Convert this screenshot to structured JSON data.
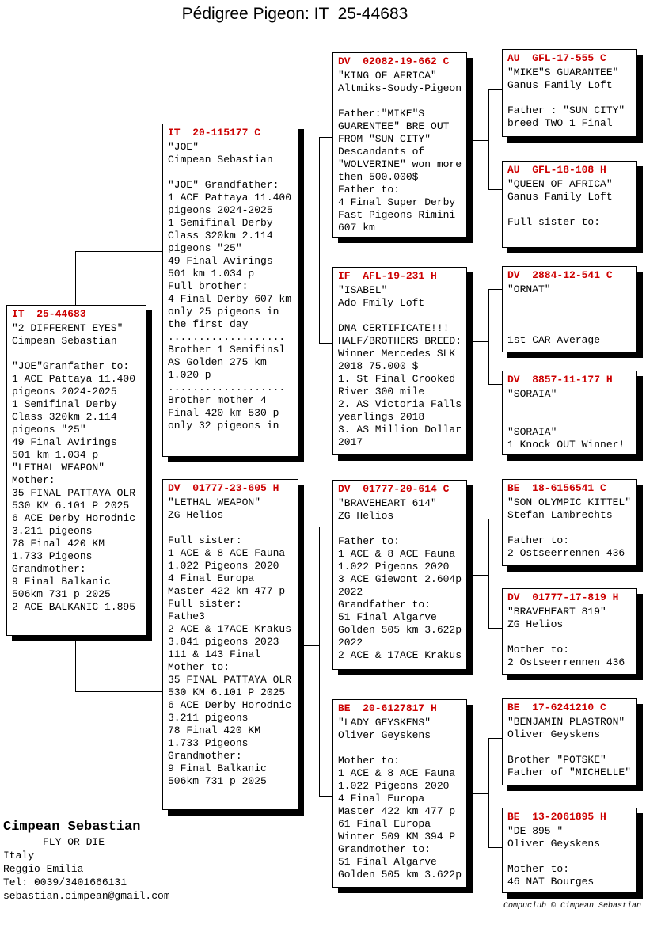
{
  "title": "Pédigree Pigeon: IT  25-44683",
  "colors": {
    "ring_red": "#cc0000",
    "text": "#000000",
    "background": "#ffffff",
    "shadow": "#000000"
  },
  "boxes": [
    {
      "ring": "IT  25-44683",
      "lines": [
        "\"2 DIFFERENT EYES\"",
        "Cimpean Sebastian",
        "",
        "\"JOE\"Granfather to:",
        "1 ACE Pattaya 11.400",
        "pigeons 2024-2025",
        "1 Semifinal Derby",
        "Class 320km 2.114",
        "pigeons \"25\"",
        "49 Final Avirings",
        "501 km 1.034 p",
        "\"LETHAL WEAPON\"",
        "Mother:",
        "35 FINAL PATTAYA OLR",
        "530 KM 6.101 P 2025",
        "6 ACE Derby Horodnic",
        "3.211 pigeons",
        "78 Final 420 KM",
        "1.733 Pigeons",
        "Grandmother:",
        "9 Final Balkanic",
        "506km 731 p 2025",
        "2 ACE BALKANIC 1.895"
      ]
    },
    {
      "ring": "IT  20-115177 C",
      "lines": [
        "\"JOE\"",
        "Cimpean Sebastian",
        "",
        "\"JOE\" Grandfather:",
        "1 ACE Pattaya 11.400",
        "pigeons 2024-2025",
        "1 Semifinal Derby",
        "Class 320km 2.114",
        "pigeons \"25\"",
        "49 Final Avirings",
        "501 km 1.034 p",
        "Full brother:",
        "4 Final Derby 607 km",
        "only 25 pigeons in",
        "the first day",
        "...................",
        "Brother 1 Semifinsl",
        "AS Golden 275 km",
        "1.020 p",
        "...................",
        "Brother mother 4",
        "Final 420 km 530 p",
        "only 32 pigeons in"
      ]
    },
    {
      "ring": "DV  01777-23-605 H",
      "lines": [
        "\"LETHAL WEAPON\"",
        "ZG Helios",
        "",
        "Full sister:",
        "1 ACE & 8 ACE Fauna",
        "1.022 Pigeons 2020",
        "4 Final Europa",
        "Master 422 km 477 p",
        "Full sister:",
        "Fathe3",
        "2 ACE & 17ACE Krakus",
        "3.841 pigeons 2023",
        "111 & 143 Final",
        "Mother to:",
        "35 FINAL PATTAYA OLR",
        "530 KM 6.101 P 2025",
        "6 ACE Derby Horodnic",
        "3.211 pigeons",
        "78 Final 420 KM",
        "1.733 Pigeons",
        "Grandmother:",
        "9 Final Balkanic",
        "506km 731 p 2025"
      ]
    },
    {
      "ring": "DV  02082-19-662 C",
      "lines": [
        "\"KING OF AFRICA\"",
        "Altmiks-Soudy-Pigeon",
        "",
        "Father:\"MIKE\"S",
        "GUARENTEE\" BRE OUT",
        "FROM \"SUN CITY\"",
        "Descandants of",
        "\"WOLVERINE\" won more",
        "then 500.000$",
        "Father to:",
        "4 Final Super Derby",
        "Fast Pigeons Rimini",
        "607 km"
      ]
    },
    {
      "ring": "IF  AFL-19-231 H",
      "lines": [
        "\"ISABEL\"",
        "Ado Fmily Loft",
        "",
        "DNA CERTIFICATE!!!",
        "HALF/BROTHERS BREED:",
        "Winner Mercedes SLK",
        "2018 75.000 $",
        "1. St Final Crooked",
        "River 300 mile",
        "2. AS Victoria Falls",
        "yearlings 2018",
        "3. AS Million Dollar",
        "2017"
      ]
    },
    {
      "ring": "DV  01777-20-614 C",
      "lines": [
        "\"BRAVEHEART 614\"",
        "ZG Helios",
        "",
        "Father to:",
        "1 ACE & 8 ACE Fauna",
        "1.022 Pigeons 2020",
        "3 ACE Giewont 2.604p",
        "2022",
        "Grandfather to:",
        "51 Final Algarve",
        "Golden 505 km 3.622p",
        "2022",
        "2 ACE & 17ACE Krakus"
      ]
    },
    {
      "ring": "BE  20-6127817 H",
      "lines": [
        "\"LADY GEYSKENS\"",
        "Oliver Geyskens",
        "",
        "Mother to:",
        "1 ACE & 8 ACE Fauna",
        "1.022 Pigeons 2020",
        "4 Final Europa",
        "Master 422 km 477 p",
        "61 Final Europa",
        "Winter 509 KM 394 P",
        "Grandmother to:",
        "51 Final Algarve",
        "Golden 505 km 3.622p"
      ]
    },
    {
      "ring": "AU  GFL-17-555 C",
      "lines": [
        "\"MIKE\"S GUARANTEE\"",
        "Ganus Family Loft",
        "",
        "Father : \"SUN CITY\"",
        "breed TWO 1 Final"
      ]
    },
    {
      "ring": "AU  GFL-18-108 H",
      "lines": [
        "\"QUEEN OF AFRICA\"",
        "Ganus Family Loft",
        "",
        "Full sister to:"
      ]
    },
    {
      "ring": "DV  2884-12-541 C",
      "lines": [
        "\"ORNAT\"",
        "",
        "",
        "",
        "1st CAR Average"
      ]
    },
    {
      "ring": "DV  8857-11-177 H",
      "lines": [
        "\"SORAIA\"",
        "",
        "",
        "\"SORAIA\"",
        "1 Knock OUT Winner!"
      ]
    },
    {
      "ring": "BE  18-6156541 C",
      "lines": [
        "\"SON OLYMPIC KITTEL\"",
        "Stefan Lambrechts",
        "",
        "Father to:",
        "2 Ostseerrennen 436"
      ]
    },
    {
      "ring": "DV  01777-17-819 H",
      "lines": [
        "\"BRAVEHEART 819\"",
        "ZG Helios",
        "",
        "Mother to:",
        "2 Ostseerrennen 436"
      ]
    },
    {
      "ring": "BE  17-6241210 C",
      "lines": [
        "\"BENJAMIN PLASTRON\"",
        "Oliver Geyskens",
        "",
        "Brother \"POTSKE\"",
        "Father of \"MICHELLE\""
      ]
    },
    {
      "ring": "BE  13-2061895 H",
      "lines": [
        "\"DE 895 \"",
        "Oliver Geyskens",
        "",
        "Mother to:",
        "46 NAT Bourges"
      ]
    }
  ],
  "owner": {
    "name": "Cimpean Sebastian",
    "motto": "FLY OR DIE",
    "country": "Italy",
    "city": "Reggio-Emilia",
    "phone": "Tel: 0039/3401666131",
    "email": "sebastian.cimpean@gmail.com"
  },
  "footer_credit": "Compuclub © Cimpean Sebastian"
}
